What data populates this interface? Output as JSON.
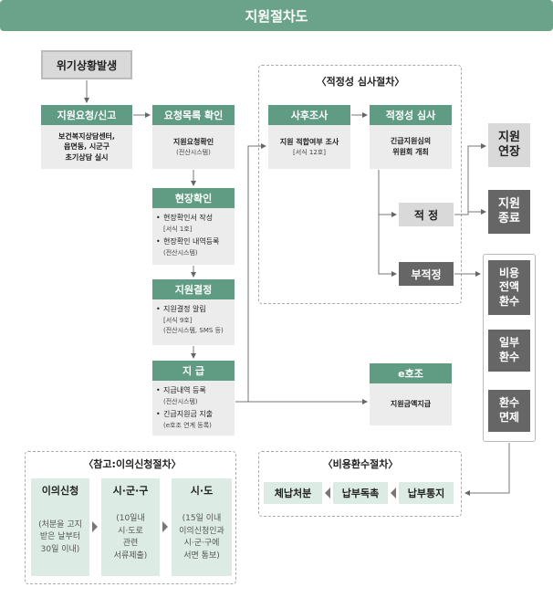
{
  "title": "지원절차도",
  "crisis": "위기상황발생",
  "request": {
    "header": "지원요청/신고",
    "lines": [
      "보건복지상담센터,",
      "읍면동, 시군구",
      "초기상담 실시"
    ]
  },
  "list_check": {
    "header": "요청목록 확인",
    "line1": "지원요청확인",
    "line2": "(전산시스템)"
  },
  "field_check": {
    "header": "현장확인",
    "item1": "현장확인서 작성",
    "item1_sub": "[서식 1호]",
    "item2": "현장확인 내역등록",
    "item2_sub": "(전산시스템)"
  },
  "decision": {
    "header": "지원결정",
    "item1": "지원결정 알림",
    "item1_sub1": "[서식 9호]",
    "item1_sub2": "(전산시스템, SMS 등)"
  },
  "payment": {
    "header": "지 급",
    "item1": "지급내역 등록",
    "item1_sub": "(전산시스템)",
    "item2": "긴급지원금 지출",
    "item2_sub": "(e호조 연계 등록)"
  },
  "review": {
    "title": "〈적정성 심사절차〉",
    "post": {
      "header": "사후조사",
      "line1": "지원 적합여부 조사",
      "line2": "[서식 12호]"
    },
    "audit": {
      "header": "적정성 심사",
      "line1": "긴급지원심의",
      "line2": "위원회 개최"
    },
    "proper": "적 정",
    "improper": "부적정"
  },
  "outcomes": {
    "extend": "지원\n연장",
    "end": "지원\n종료",
    "full": "비용\n전액\n환수",
    "partial": "일부\n환수",
    "exempt": "환수\n면제"
  },
  "ehojo": {
    "header": "e호조",
    "line": "지원금액지급"
  },
  "refund": {
    "title": "〈비용환수절차〉",
    "notice": "납부통지",
    "urge": "납부독촉",
    "default": "체납처분"
  },
  "appeal": {
    "title": "〈참고:이의신청절차〉",
    "col1": {
      "header": "이의신청",
      "body": "(처분을 고지\n받은 날부터\n30일 이내)"
    },
    "col2": {
      "header": "시·군·구",
      "body": "(10일내\n시·도로\n관련\n서류제출)"
    },
    "col3": {
      "header": "시·도",
      "body": "(15일 이내\n이의신청인과\n시·군·구에\n서면 통보)"
    }
  },
  "colors": {
    "green": "#5f9c83",
    "title_green": "#6aa38a",
    "dark": "#666666",
    "grey": "#d9d9d9",
    "body": "#ececec",
    "light_green": "#dcebe3"
  }
}
